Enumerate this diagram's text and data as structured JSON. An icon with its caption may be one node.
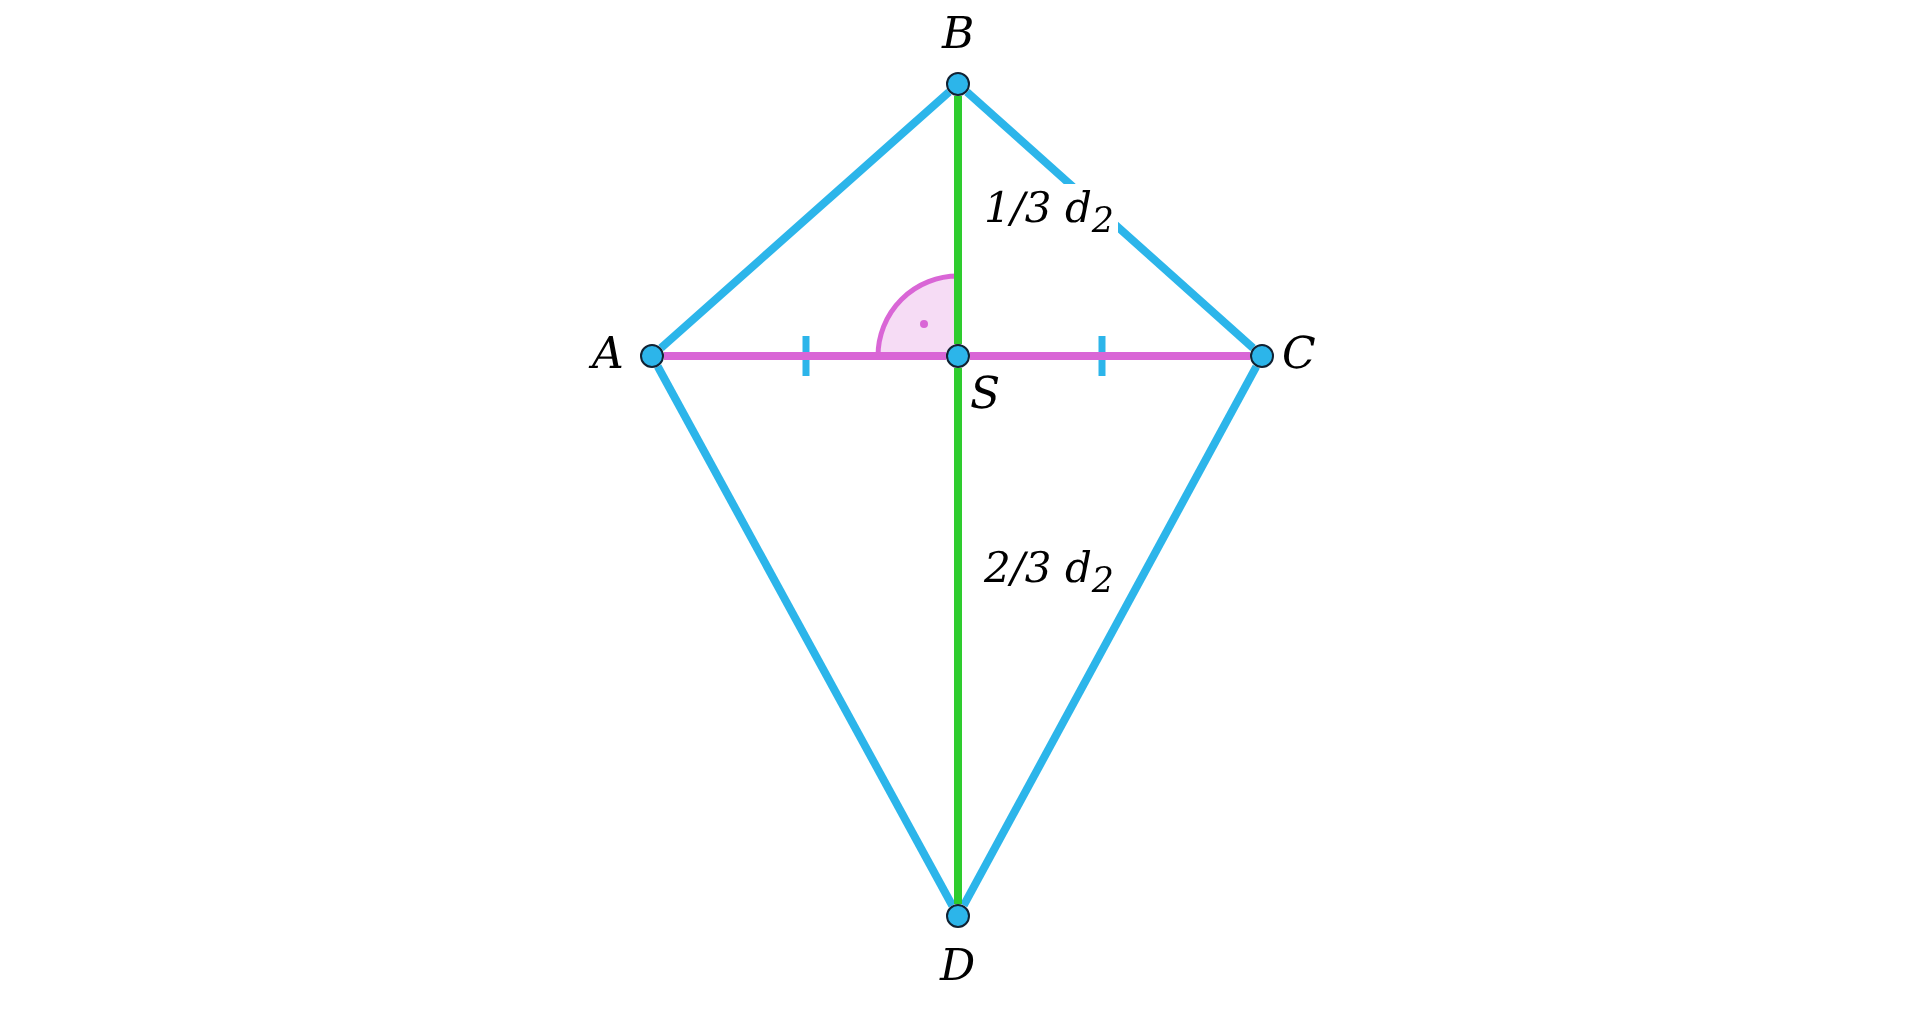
{
  "diagram": {
    "nodes": [
      {
        "text": [
          "A"
        ]
      },
      {
        "text": [
          "B"
        ]
      },
      {
        "text": [
          "C"
        ]
      },
      {
        "text": [
          "D"
        ]
      },
      {
        "text": [
          "S"
        ]
      }
    ],
    "edges": [
      {
        "from": 0,
        "to": 1,
        "arrow": "none"
      },
      {
        "from": 1,
        "to": 2,
        "arrow": "none"
      },
      {
        "from": 2,
        "to": 3,
        "arrow": "none"
      },
      {
        "from": 3,
        "to": 0,
        "arrow": "none"
      },
      {
        "from": 0,
        "to": 4,
        "arrow": "none",
        "color": "#d966d6"
      },
      {
        "from": 4,
        "to": 2,
        "arrow": "none",
        "color": "#d966d6"
      },
      {
        "from": 1,
        "to": 4,
        "arrow": "none",
        "color": "#2ecc2e",
        "label": "1/3 d$_{2}$"
      },
      {
        "from": 4,
        "to": 3,
        "arrow": "none",
        "color": "#2ecc2e",
        "label": "2/3 d$_{2}$"
      }
    ]
  }
}
